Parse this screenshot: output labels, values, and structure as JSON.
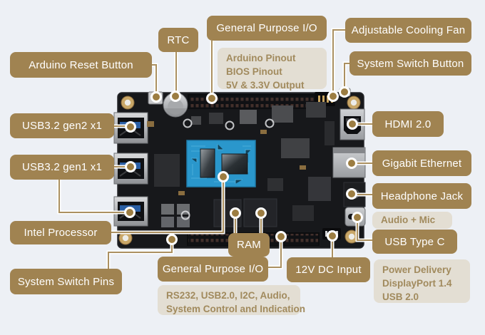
{
  "callouts": {
    "arduino_reset_button": {
      "label": "Arduino Reset Button"
    },
    "rtc": {
      "label": "RTC"
    },
    "gpio_top": {
      "label": "General Purpose I/O"
    },
    "pinout_info": {
      "lines": [
        "Arduino Pinout",
        "BIOS Pinout",
        "5V & 3.3V Output"
      ]
    },
    "cooling_fan": {
      "label": "Adjustable Cooling Fan"
    },
    "system_switch_button": {
      "label": "System Switch Button"
    },
    "usb32_gen2": {
      "label": "USB3.2 gen2 x1"
    },
    "usb32_gen1": {
      "label": "USB3.2 gen1 x1"
    },
    "hdmi": {
      "label": "HDMI 2.0"
    },
    "gigabit_ethernet": {
      "label": "Gigabit Ethernet"
    },
    "headphone_jack": {
      "label": "Headphone Jack"
    },
    "audio_mic": {
      "label": "Audio + Mic"
    },
    "usb_type_c": {
      "label": "USB Type C"
    },
    "usb_c_info": {
      "lines": [
        "Power Delivery",
        "DisplayPort 1.4",
        "USB 2.0"
      ]
    },
    "intel_processor": {
      "label": "Intel Processor"
    },
    "system_switch_pins": {
      "label": "System Switch Pins"
    },
    "ram": {
      "label": "RAM"
    },
    "gpio_bottom": {
      "label": "General Purpose I/O"
    },
    "gpio_bottom_info": {
      "lines": [
        "RS232, USB2.0, I2C, Audio,",
        "System Control and Indication"
      ]
    },
    "dc_input": {
      "label": "12V DC Input"
    }
  },
  "colors": {
    "background": "#edf0f5",
    "label_bg": "#a08351",
    "label_text": "#ffffff",
    "sublabel_bg": "#e3ded3",
    "sublabel_text": "#a18a5d",
    "callout_line": "#ab9060",
    "callout_dot": "#9c7d42",
    "pcb": "#17181b",
    "cpu_substrate_blue": "#2a97cc"
  }
}
